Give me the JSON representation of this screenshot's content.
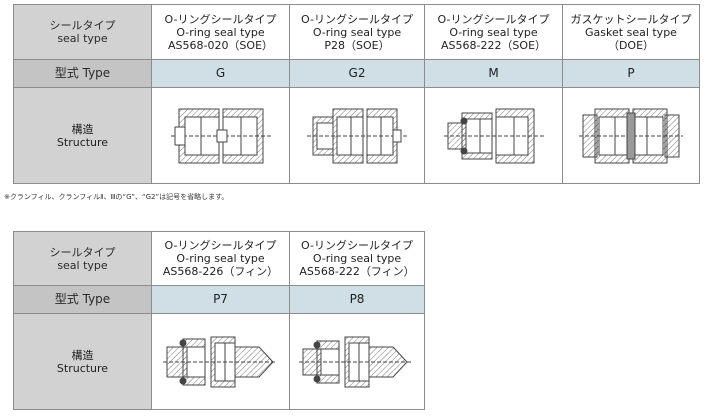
{
  "table1": {
    "header_label": [
      "シールタイプ",
      "seal type"
    ],
    "columns": [
      {
        "lines": [
          "O-リングシールタイプ",
          "O-ring seal type",
          "AS568-020（SOE）"
        ],
        "type": "G"
      },
      {
        "lines": [
          "O-リングシールタイプ",
          "O-ring seal type",
          "P28（SOE）"
        ],
        "type": "G2"
      },
      {
        "lines": [
          "O-リングシールタイプ",
          "O-ring seal type",
          "AS568-222（SOE）"
        ],
        "type": "M"
      },
      {
        "lines": [
          "ガスケットシールタイプ",
          "Gasket seal type",
          "（DOE）"
        ],
        "type": "P"
      }
    ],
    "type_label": "型式 Type",
    "structure_label": [
      "構造",
      "Structure"
    ]
  },
  "note": "※クランフィル、クランフィルⅡ、Ⅲの“G”、“G2”は記号を省略します。",
  "table2": {
    "header_label": [
      "シールタイプ",
      "seal type"
    ],
    "columns": [
      {
        "lines": [
          "O-リングシールタイプ",
          "O-ring seal type",
          "AS568-226（フィン）"
        ],
        "type": "P7"
      },
      {
        "lines": [
          "O-リングシールタイプ",
          "O-ring seal type",
          "AS568-222（フィン）"
        ],
        "type": "P8"
      }
    ],
    "type_label": "型式 Type",
    "structure_label": [
      "構造",
      "Structure"
    ]
  }
}
